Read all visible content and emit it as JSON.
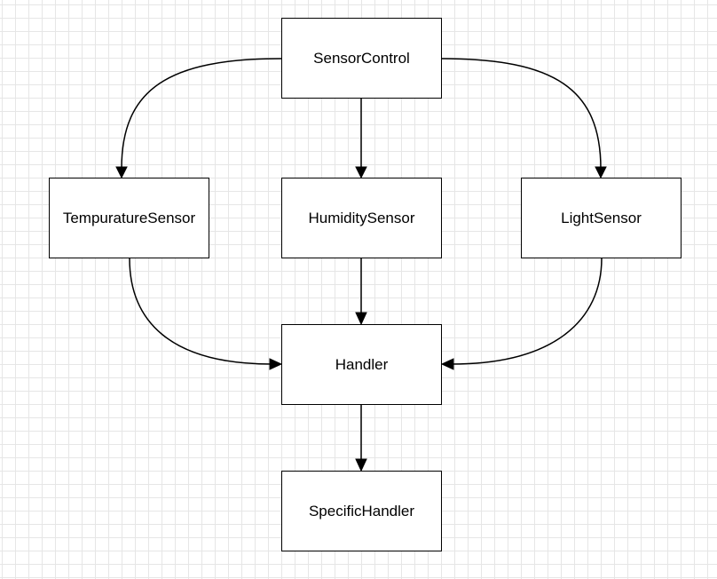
{
  "diagram": {
    "nodes": {
      "sensor_control": "SensorControl",
      "temperature_sensor": "TempuratureSensor",
      "humidity_sensor": "HumiditySensor",
      "light_sensor": "LightSensor",
      "handler": "Handler",
      "specific_handler": "SpecificHandler"
    },
    "edges": [
      {
        "from": "sensor_control",
        "to": "temperature_sensor"
      },
      {
        "from": "sensor_control",
        "to": "humidity_sensor"
      },
      {
        "from": "sensor_control",
        "to": "light_sensor"
      },
      {
        "from": "temperature_sensor",
        "to": "handler"
      },
      {
        "from": "humidity_sensor",
        "to": "handler"
      },
      {
        "from": "light_sensor",
        "to": "handler"
      },
      {
        "from": "handler",
        "to": "specific_handler"
      }
    ],
    "colors": {
      "background": "#ffffff",
      "grid": "#e6e6e6",
      "stroke": "#000000"
    }
  }
}
